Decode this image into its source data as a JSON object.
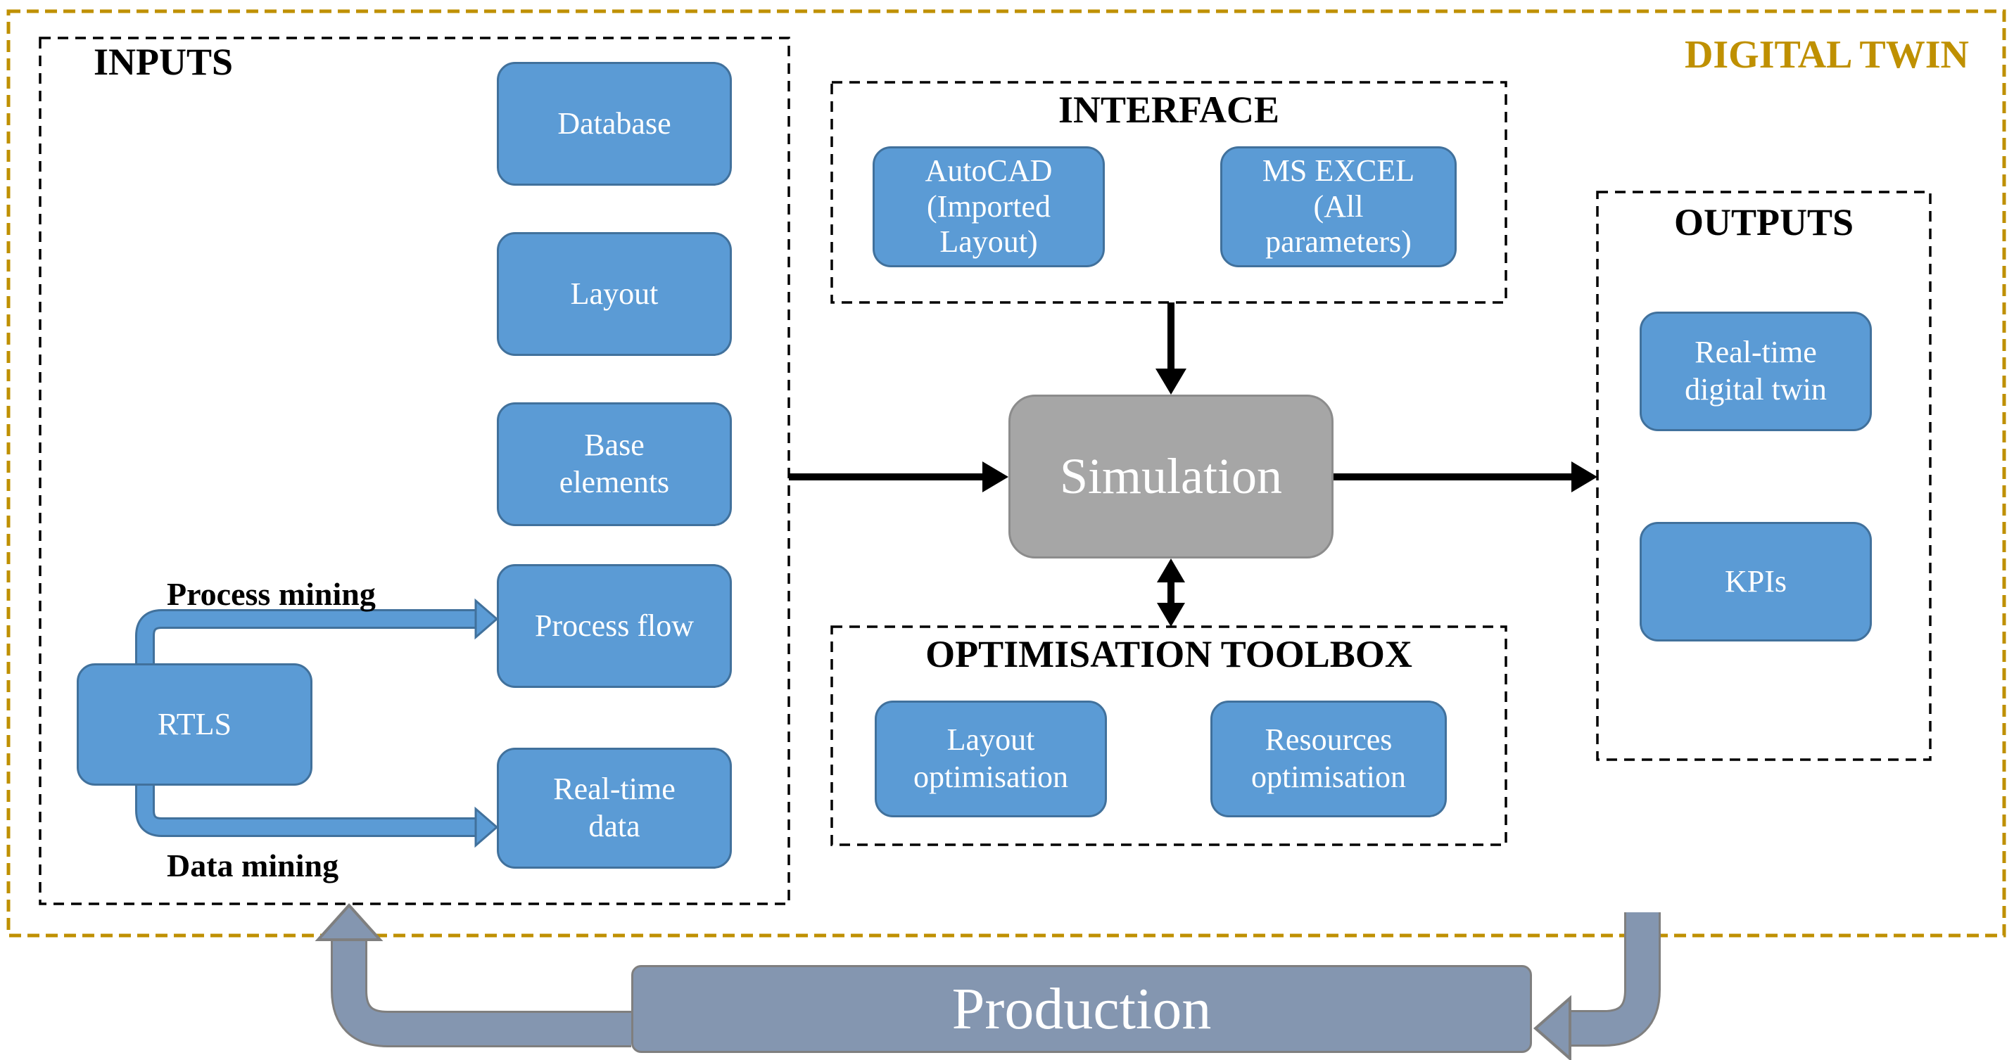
{
  "diagram": {
    "title": "DIGITAL TWIN",
    "colors": {
      "node_fill": "#5B9BD5",
      "node_border": "#41719C",
      "simulation_fill": "#A6A6A6",
      "production_fill": "#8496B0",
      "gold_accent": "#BF9000",
      "arrow_black": "#000000",
      "loop_arrow_fill": "#8496B0",
      "loop_arrow_border": "#7F7F7F"
    },
    "inputs": {
      "title": "INPUTS",
      "boxes": {
        "database": {
          "lines": [
            "Database"
          ]
        },
        "layout": {
          "lines": [
            "Layout"
          ]
        },
        "base_elements": {
          "lines": [
            "Base",
            "elements"
          ]
        },
        "process_flow": {
          "lines": [
            "Process flow"
          ]
        },
        "real_time_data": {
          "lines": [
            "Real-time",
            "data"
          ]
        }
      },
      "rtls": {
        "lines": [
          "RTLS"
        ]
      },
      "process_mining_label": "Process mining",
      "data_mining_label": "Data mining"
    },
    "interface": {
      "title": "INTERFACE",
      "boxes": {
        "autocad": {
          "lines": [
            "AutoCAD",
            "(Imported",
            "Layout)"
          ]
        },
        "ms_excel": {
          "lines": [
            "MS EXCEL",
            "(All",
            "parameters)"
          ]
        }
      }
    },
    "simulation": {
      "label": "Simulation"
    },
    "toolbox": {
      "title": "OPTIMISATION TOOLBOX",
      "boxes": {
        "layout_optimisation": {
          "lines": [
            "Layout",
            "optimisation"
          ]
        },
        "resources_optimisation": {
          "lines": [
            "Resources",
            "optimisation"
          ]
        }
      }
    },
    "outputs": {
      "title": "OUTPUTS",
      "boxes": {
        "real_time_digital_twin": {
          "lines": [
            "Real-time",
            "digital twin"
          ]
        },
        "kpis": {
          "lines": [
            "KPIs"
          ]
        }
      }
    },
    "production": {
      "label": "Production"
    }
  }
}
